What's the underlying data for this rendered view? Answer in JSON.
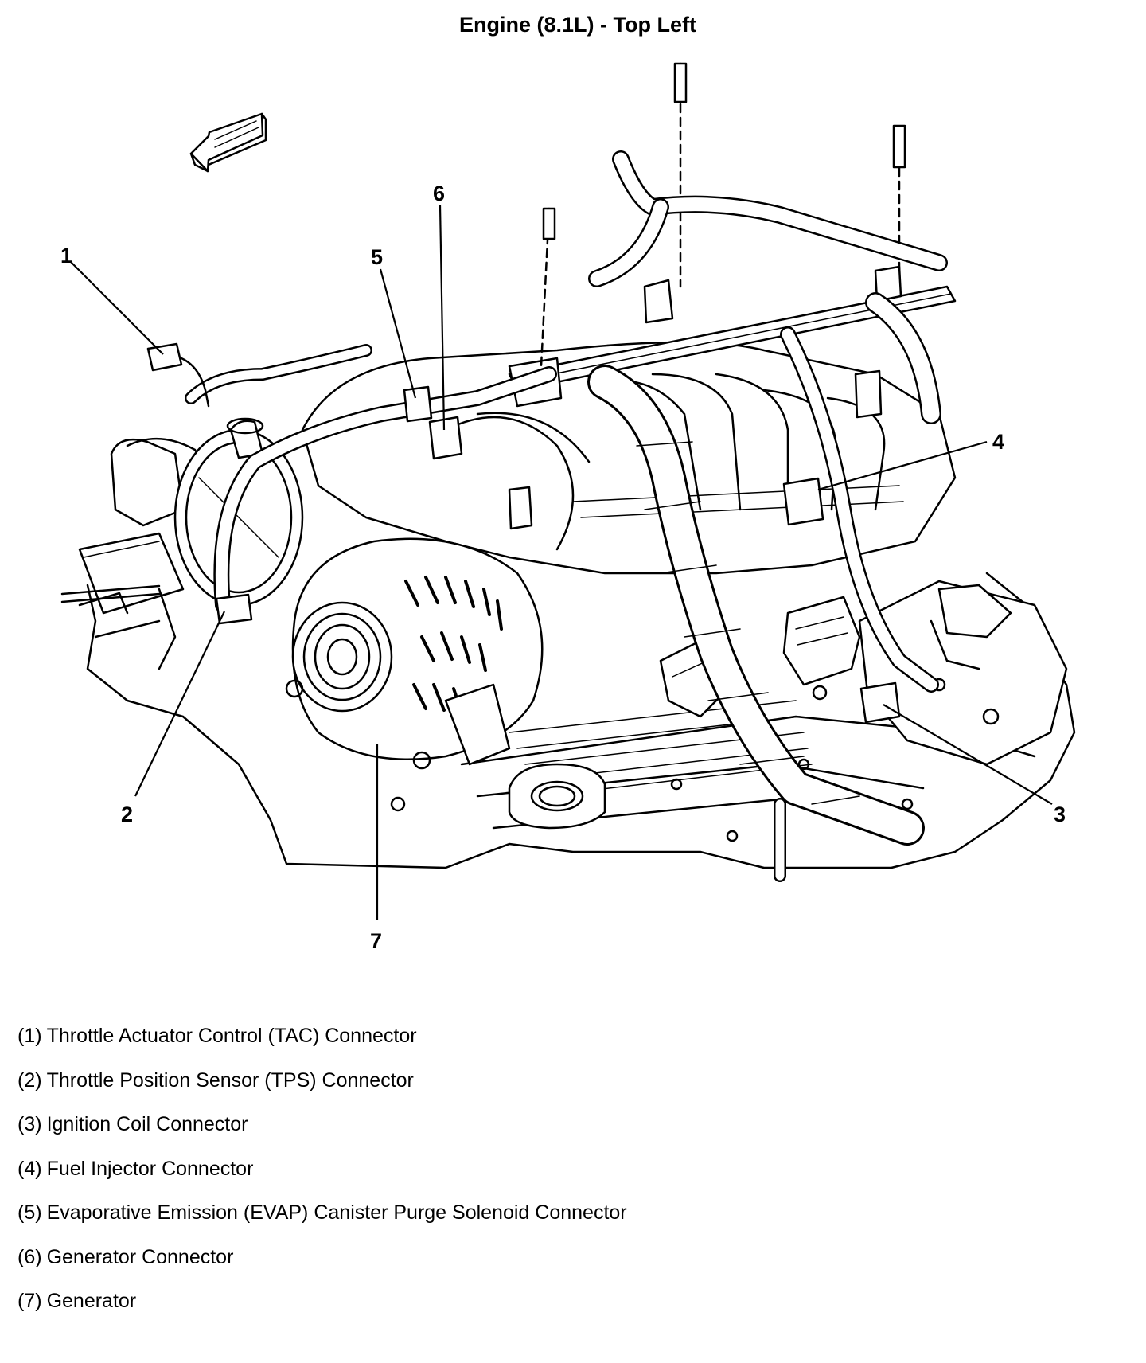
{
  "title": "Engine (8.1L) - Top Left",
  "callout_labels": [
    "1",
    "2",
    "3",
    "4",
    "5",
    "6",
    "7"
  ],
  "legend": [
    {
      "number": "(1)",
      "text": "Throttle Actuator Control (TAC) Connector"
    },
    {
      "number": "(2)",
      "text": "Throttle Position Sensor (TPS) Connector"
    },
    {
      "number": "(3)",
      "text": "Ignition Coil Connector"
    },
    {
      "number": "(4)",
      "text": "Fuel Injector Connector"
    },
    {
      "number": "(5)",
      "text": "Evaporative Emission (EVAP) Canister Purge Solenoid Connector"
    },
    {
      "number": "(6)",
      "text": "Generator Connector"
    },
    {
      "number": "(7)",
      "text": "Generator"
    }
  ],
  "colors": {
    "line": "#000000",
    "background": "#ffffff"
  }
}
